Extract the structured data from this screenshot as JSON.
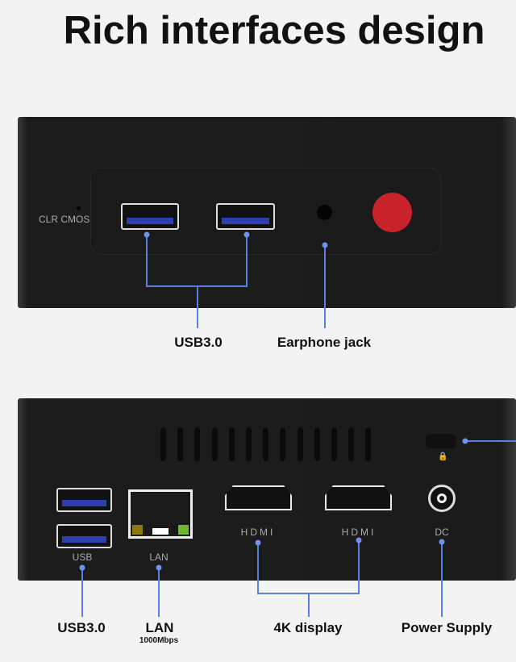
{
  "title": "Rich interfaces design",
  "front": {
    "clr_cmos": "CLR CMOS",
    "callouts": {
      "usb": "USB3.0",
      "earphone": "Earphone jack"
    }
  },
  "rear": {
    "port_labels": {
      "usb": "USB",
      "lan": "LAN",
      "hdmi1": "HDMI",
      "hdmi2": "HDMI",
      "dc": "DC"
    },
    "callouts": {
      "usb": "USB3.0",
      "lan": "LAN",
      "lan_speed": "1000Mbps",
      "display": "4K display",
      "power": "Power Supply"
    }
  },
  "colors": {
    "callout_line": "#5b7fe0",
    "power_button": "#c8222a",
    "usb_tongue": "#2d3fb0"
  }
}
